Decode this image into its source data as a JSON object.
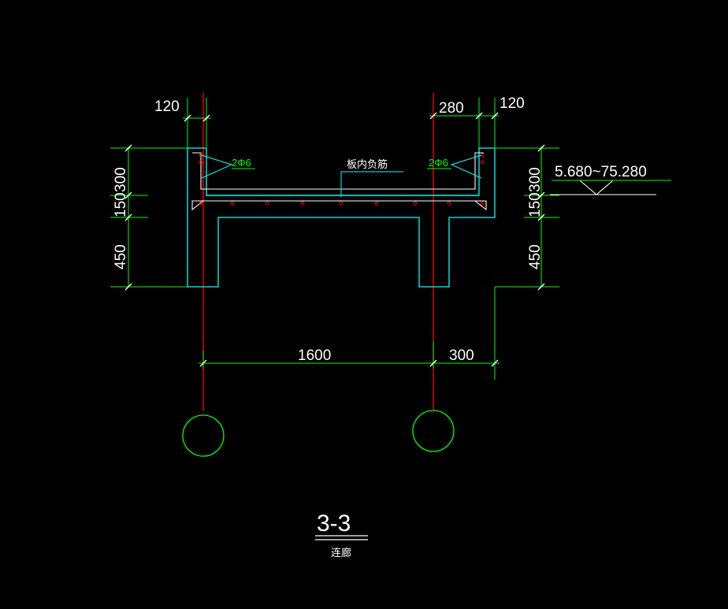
{
  "dims": {
    "left_top": "120",
    "right_top_a": "280",
    "right_top_b": "120",
    "left_v_top": "300",
    "left_v_mid": "150",
    "left_v_bot": "450",
    "right_v_top": "300",
    "right_v_mid": "150",
    "right_v_bot": "450",
    "span_main": "1600",
    "span_side": "300"
  },
  "labels": {
    "rebar_left": "2Φ6",
    "rebar_right": "2Φ6",
    "slab_rebar": "板内负筋",
    "elevation": "5.680~75.280",
    "section_title": "3-3",
    "section_subtitle": "连廊"
  },
  "colors": {
    "background": "#000000",
    "concrete": "#00ffff",
    "dimension": "#00ff00",
    "axis": "#ff0000",
    "text": "#ffffff",
    "rebar_dot": "#ff0000"
  }
}
